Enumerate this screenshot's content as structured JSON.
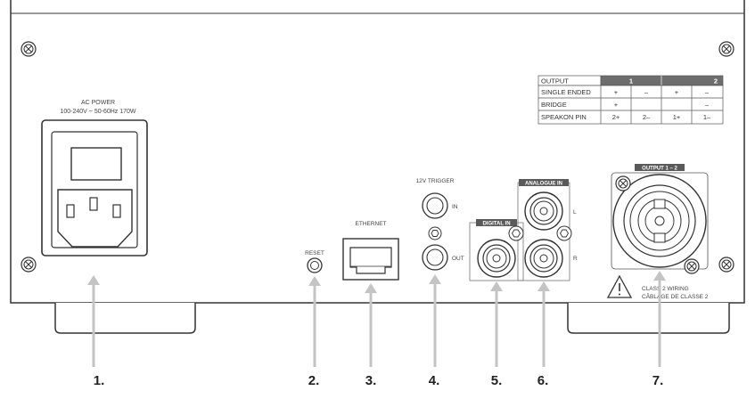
{
  "panel": {
    "ac_power": {
      "title": "AC POWER",
      "spec": "100-240V ~ 50-60Hz 170W"
    },
    "reset_label": "RESET",
    "ethernet_label": "ETHERNET",
    "trigger": {
      "title": "12V TRIGGER",
      "in_label": "IN",
      "out_label": "OUT"
    },
    "digital_in_label": "DIGITAL IN",
    "analogue": {
      "title": "ANALOGUE IN",
      "left_label": "L",
      "right_label": "R"
    },
    "output_label": "OUTPUT 1 – 2",
    "warning": {
      "line1": "CLASS 2 WIRING",
      "line2": "CÂBLAGE DE CLASSE 2"
    }
  },
  "output_table": {
    "header": [
      "OUTPUT",
      "1",
      "2"
    ],
    "rows": [
      {
        "label": "SINGLE ENDED",
        "cells": [
          "+",
          "–",
          "+",
          "–"
        ]
      },
      {
        "label": "BRIDGE",
        "cells": [
          "+",
          "",
          "",
          "–"
        ]
      },
      {
        "label": "SPEAKON PIN",
        "cells": [
          "2+",
          "2–",
          "1+",
          "1–"
        ]
      }
    ]
  },
  "callouts": [
    "1.",
    "2.",
    "3.",
    "4.",
    "5.",
    "6.",
    "7."
  ],
  "colors": {
    "panel_stroke": "#333333",
    "arrow": "#bdbdbd",
    "table_header": "#6d6d6d"
  }
}
